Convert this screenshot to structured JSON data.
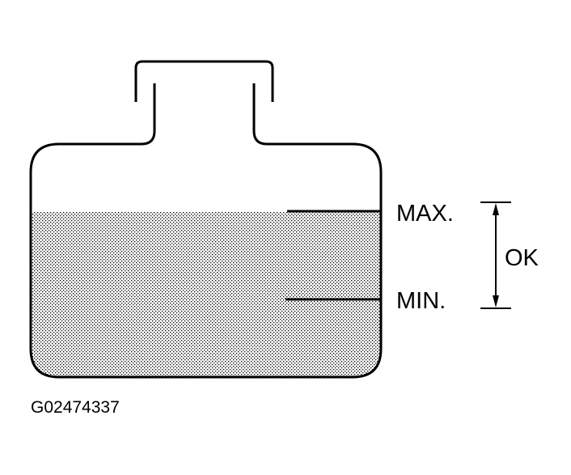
{
  "diagram": {
    "labels": {
      "max": "MAX.",
      "min": "MIN.",
      "ok": "OK"
    },
    "figure_id": "G02474337",
    "colors": {
      "line": "#000000",
      "fluid_dots": "#000000",
      "background": "#ffffff"
    }
  }
}
